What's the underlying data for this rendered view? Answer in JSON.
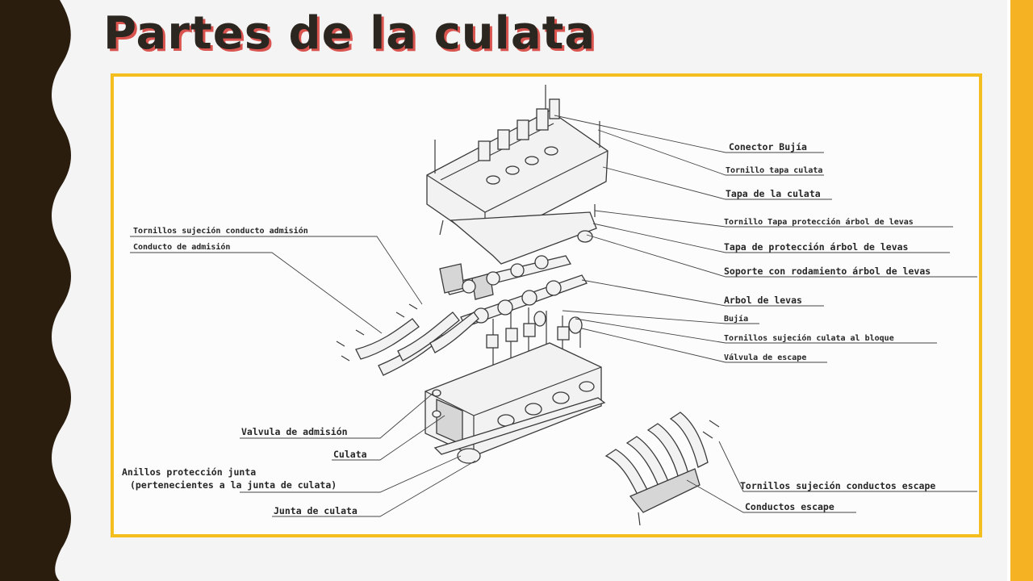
{
  "slide": {
    "title": "Partes de la culata",
    "colors": {
      "accent": "#f5b324",
      "frame": "#f4be1e",
      "dark_band": "#2b1d0e",
      "title_shadow": "#d9534f"
    }
  },
  "diagram": {
    "labels": [
      {
        "id": "conector-bujia",
        "text": "Conector Bujía"
      },
      {
        "id": "tornillo-tapa-culata",
        "text": "Tornillo tapa culata"
      },
      {
        "id": "tapa-culata",
        "text": "Tapa de la culata"
      },
      {
        "id": "tornillo-tapa-proteccion",
        "text": "Tornillo Tapa protección árbol de levas"
      },
      {
        "id": "tapa-proteccion",
        "text": "Tapa de protección árbol de levas"
      },
      {
        "id": "soporte-rodamiento",
        "text": "Soporte con rodamiento árbol de levas"
      },
      {
        "id": "arbol-levas",
        "text": "Arbol de levas"
      },
      {
        "id": "bujia",
        "text": "Bujía"
      },
      {
        "id": "tornillos-sujecion-culata",
        "text": "Tornillos sujeción culata al bloque"
      },
      {
        "id": "valvula-escape",
        "text": "Válvula de escape"
      },
      {
        "id": "tornillos-conducto-admision",
        "text": "Tornillos sujeción conducto admisión"
      },
      {
        "id": "conducto-admision",
        "text": "Conducto de admisión"
      },
      {
        "id": "valvula-admision",
        "text": "Valvula de admisión"
      },
      {
        "id": "culata",
        "text": "Culata"
      },
      {
        "id": "anillos-1",
        "text": "Anillos protección junta"
      },
      {
        "id": "anillos-2",
        "text": "(pertenecientes a la junta de culata)"
      },
      {
        "id": "junta-culata",
        "text": "Junta de culata"
      },
      {
        "id": "tornillos-escape",
        "text": "Tornillos sujeción conductos escape"
      },
      {
        "id": "conductos-escape",
        "text": "Conductos escape"
      }
    ]
  }
}
